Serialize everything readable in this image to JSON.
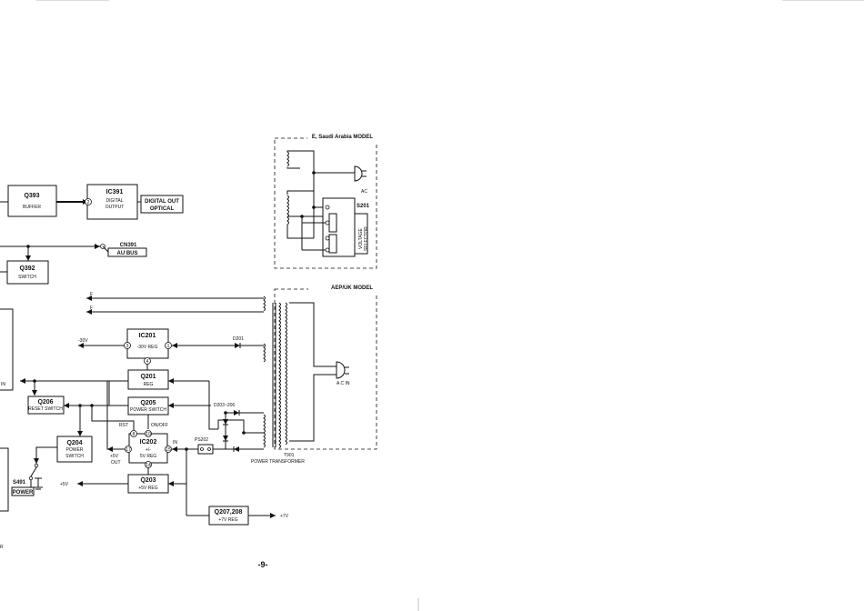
{
  "blocks": {
    "q393": {
      "name": "Q393",
      "sub": "BUFFER"
    },
    "ic391": {
      "name": "IC391",
      "l1": "DIGITAL",
      "l2": "OUTPUT",
      "pin": "2"
    },
    "digital_out": {
      "l1": "DIGITAL OUT",
      "l2": "OPTICAL"
    },
    "cn391": {
      "name": "CN391",
      "sub": "AU BUS"
    },
    "q392": {
      "name": "Q392",
      "sub": "SWITCH"
    },
    "ic201": {
      "name": "IC201",
      "sub": "-30V REG",
      "pin_in": "1",
      "pin_out": "3",
      "pin_gnd": "4"
    },
    "q201": {
      "name": "Q201",
      "sub": "REG"
    },
    "q205": {
      "name": "Q205",
      "sub": "POWER SWITCH"
    },
    "q206": {
      "name": "Q206",
      "sub": "RESET SWITCH"
    },
    "q204": {
      "name": "Q204",
      "l1": "POWER",
      "l2": "SWITCH"
    },
    "ic202": {
      "name": "IC202",
      "l1": "+/-",
      "l2": "5V REG",
      "pin_rst": "8",
      "pin_onoff": "10",
      "pin_5v": "17",
      "pin_in": "15",
      "pin_gnd": "14"
    },
    "q203": {
      "name": "Q203",
      "sub": "+5V REG"
    },
    "q207": {
      "name": "Q207,208",
      "sub": "+7V REG"
    }
  },
  "labels": {
    "f1": "F",
    "f2": "F",
    "m30v": "-30V",
    "d201": "D201",
    "d203": "D203~206",
    "rst": "RST",
    "onoff": "ON/OFF",
    "p5v_out_1": "+5V",
    "p5v_out_2": "OUT",
    "in": "IN",
    "ps202": "PS202",
    "p5v": "+5V",
    "p7v": "+7V",
    "s491": "S491",
    "power": "POWER",
    "t901": "T901",
    "power_transformer": "POWER TRANSFORMER",
    "in_left": "IN",
    "r_left": "R",
    "page": "-9-"
  },
  "saudi_model": {
    "title": "E, Saudi Arabia MODEL",
    "ac": "AC",
    "s201": "S201",
    "voltage_selector_1": "VOLTAGE",
    "voltage_selector_2": "SELECTOR"
  },
  "aep_model": {
    "title": "AEP/UK MODEL",
    "ac_in": "A C IN"
  }
}
